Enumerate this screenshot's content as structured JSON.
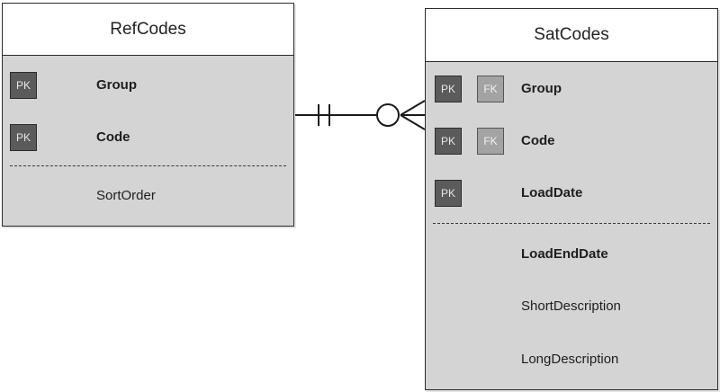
{
  "entities": {
    "refcodes": {
      "title": "RefCodes",
      "attributes": [
        {
          "key": "PK",
          "name": "Group",
          "bold": true
        },
        {
          "key": "PK",
          "name": "Code",
          "bold": true
        },
        {
          "name": "SortOrder",
          "bold": false
        }
      ]
    },
    "satcodes": {
      "title": "SatCodes",
      "attributes": [
        {
          "key": "PK",
          "fk": "FK",
          "name": "Group",
          "bold": true
        },
        {
          "key": "PK",
          "fk": "FK",
          "name": "Code",
          "bold": true
        },
        {
          "key": "PK",
          "name": "LoadDate",
          "bold": true
        },
        {
          "name": "LoadEndDate",
          "bold": true
        },
        {
          "name": "ShortDescription",
          "bold": false
        },
        {
          "name": "LongDescription",
          "bold": false
        }
      ]
    }
  },
  "relationship": {
    "from": "RefCodes",
    "to": "SatCodes",
    "from_cardinality": "one-and-only-one",
    "to_cardinality": "zero-or-many"
  },
  "colors": {
    "entity_body": "#d4d4d4",
    "pk_badge": "#5b5b5b",
    "fk_badge": "#a3a3a3",
    "line": "#1a1a1a"
  }
}
